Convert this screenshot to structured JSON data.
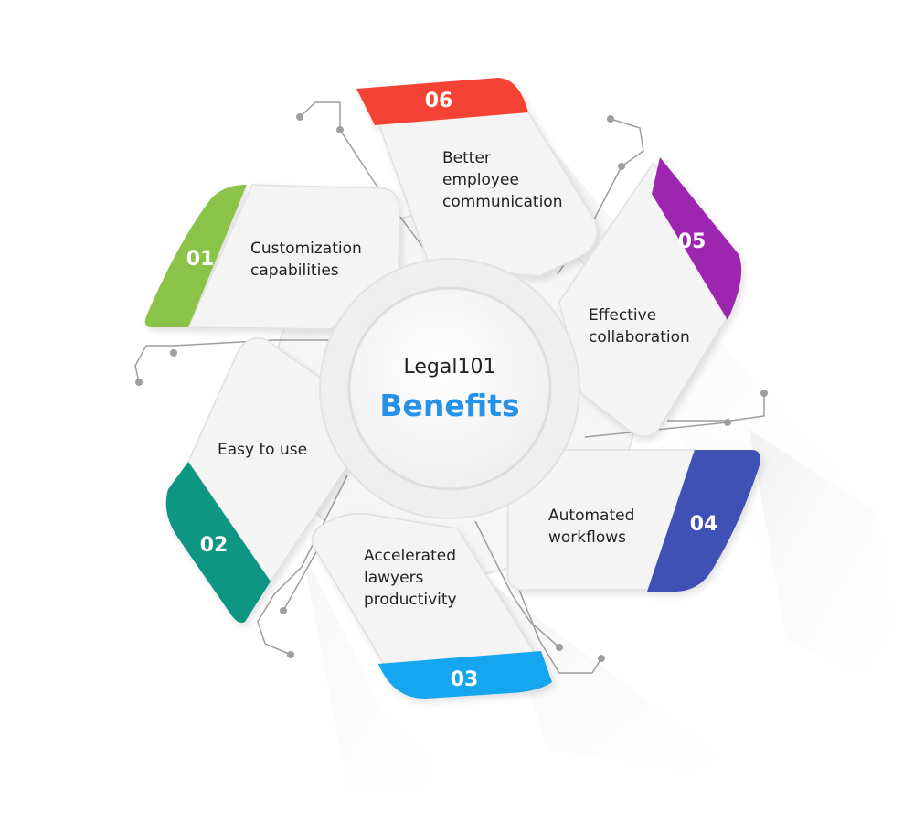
{
  "hub": {
    "title": "Legal101",
    "subtitle": "Benefits",
    "subtitle_color": "#2591e8"
  },
  "benefits": [
    {
      "number": "01",
      "lines": [
        "Customization",
        "capabilities"
      ],
      "color": "#8bc34a"
    },
    {
      "number": "02",
      "lines": [
        "Easy to use"
      ],
      "color": "#109681"
    },
    {
      "number": "03",
      "lines": [
        "Accelerated",
        "lawyers",
        "productivity"
      ],
      "color": "#12a6ef"
    },
    {
      "number": "04",
      "lines": [
        "Automated",
        "workflows"
      ],
      "color": "#3f51b5"
    },
    {
      "number": "05",
      "lines": [
        "Effective",
        "collaboration"
      ],
      "color": "#9c27b0"
    },
    {
      "number": "06",
      "lines": [
        "Better",
        "employee",
        "communication"
      ],
      "color": "#f44336"
    }
  ],
  "colors": {
    "card": "#f4f4f4",
    "card_shadow": "#d9d9d9",
    "connector": "#9e9e9e",
    "text": "#222222"
  }
}
